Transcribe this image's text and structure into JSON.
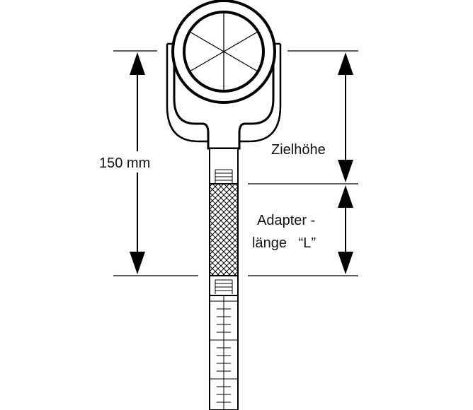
{
  "labels": {
    "dimension": "150 mm",
    "target_height": "Zielhöhe",
    "adapter_line1": "Adapter -",
    "adapter_line2": "länge   “L”"
  },
  "colors": {
    "line": "#000000",
    "background": "#ffffff"
  },
  "icons": {
    "prism": "circular-prism-icon",
    "arrow": "double-headed-arrow"
  }
}
